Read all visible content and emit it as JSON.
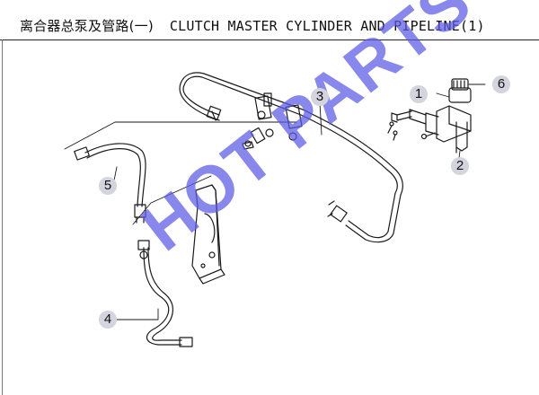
{
  "header": {
    "title_cn": "离合器总泵及管路(一)",
    "title_en": "CLUTCH MASTER CYLINDER AND PIPELINE(1)"
  },
  "callouts": {
    "c1": "1",
    "c2": "2",
    "c3": "3",
    "c4": "4",
    "c5": "5",
    "c6": "6"
  },
  "watermark": "HOT PARTS",
  "colors": {
    "callout_fill": "#d4d4de",
    "watermark": "#5a5ae6",
    "line": "#1a1a1a"
  }
}
